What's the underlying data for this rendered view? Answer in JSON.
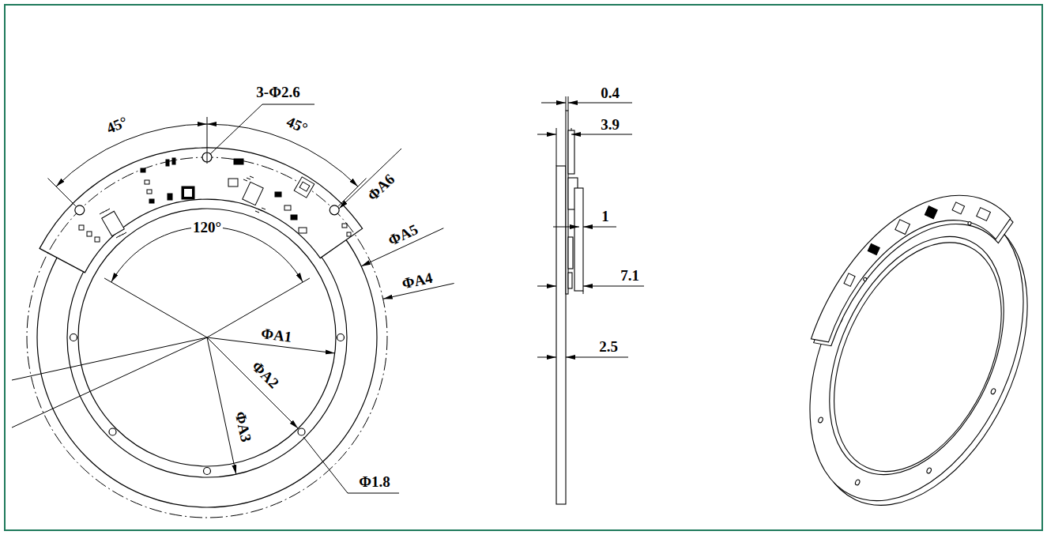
{
  "diagram": {
    "labels": [
      "3-Φ2.6",
      "45°",
      "45°",
      "ΦA6",
      "120°",
      "ΦA5",
      "ΦA4",
      "ΦA1",
      "ΦA2",
      "ΦA3",
      "Φ1.8",
      "0.4",
      "3.9",
      "1",
      "7.1",
      "2.5"
    ]
  }
}
